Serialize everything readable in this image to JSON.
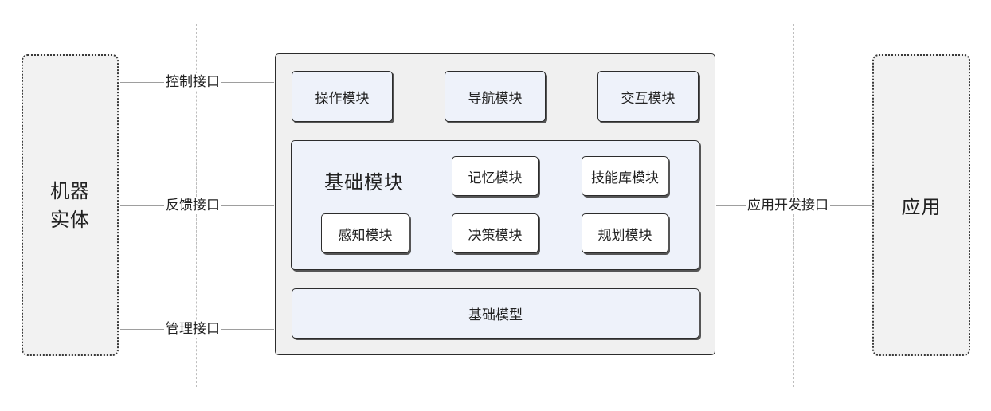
{
  "left_box": {
    "label": "机器实体"
  },
  "right_box": {
    "label": "应用"
  },
  "interfaces": {
    "control": "控制接口",
    "feedback": "反馈接口",
    "management": "管理接口",
    "app_dev": "应用开发接口"
  },
  "top_modules": [
    "操作模块",
    "导航模块",
    "交互模块"
  ],
  "base_group": {
    "title": "基础模块",
    "modules": [
      "记忆模块",
      "技能库模块",
      "感知模块",
      "决策模块",
      "规划模块"
    ]
  },
  "foundation": {
    "label": "基础模型"
  }
}
